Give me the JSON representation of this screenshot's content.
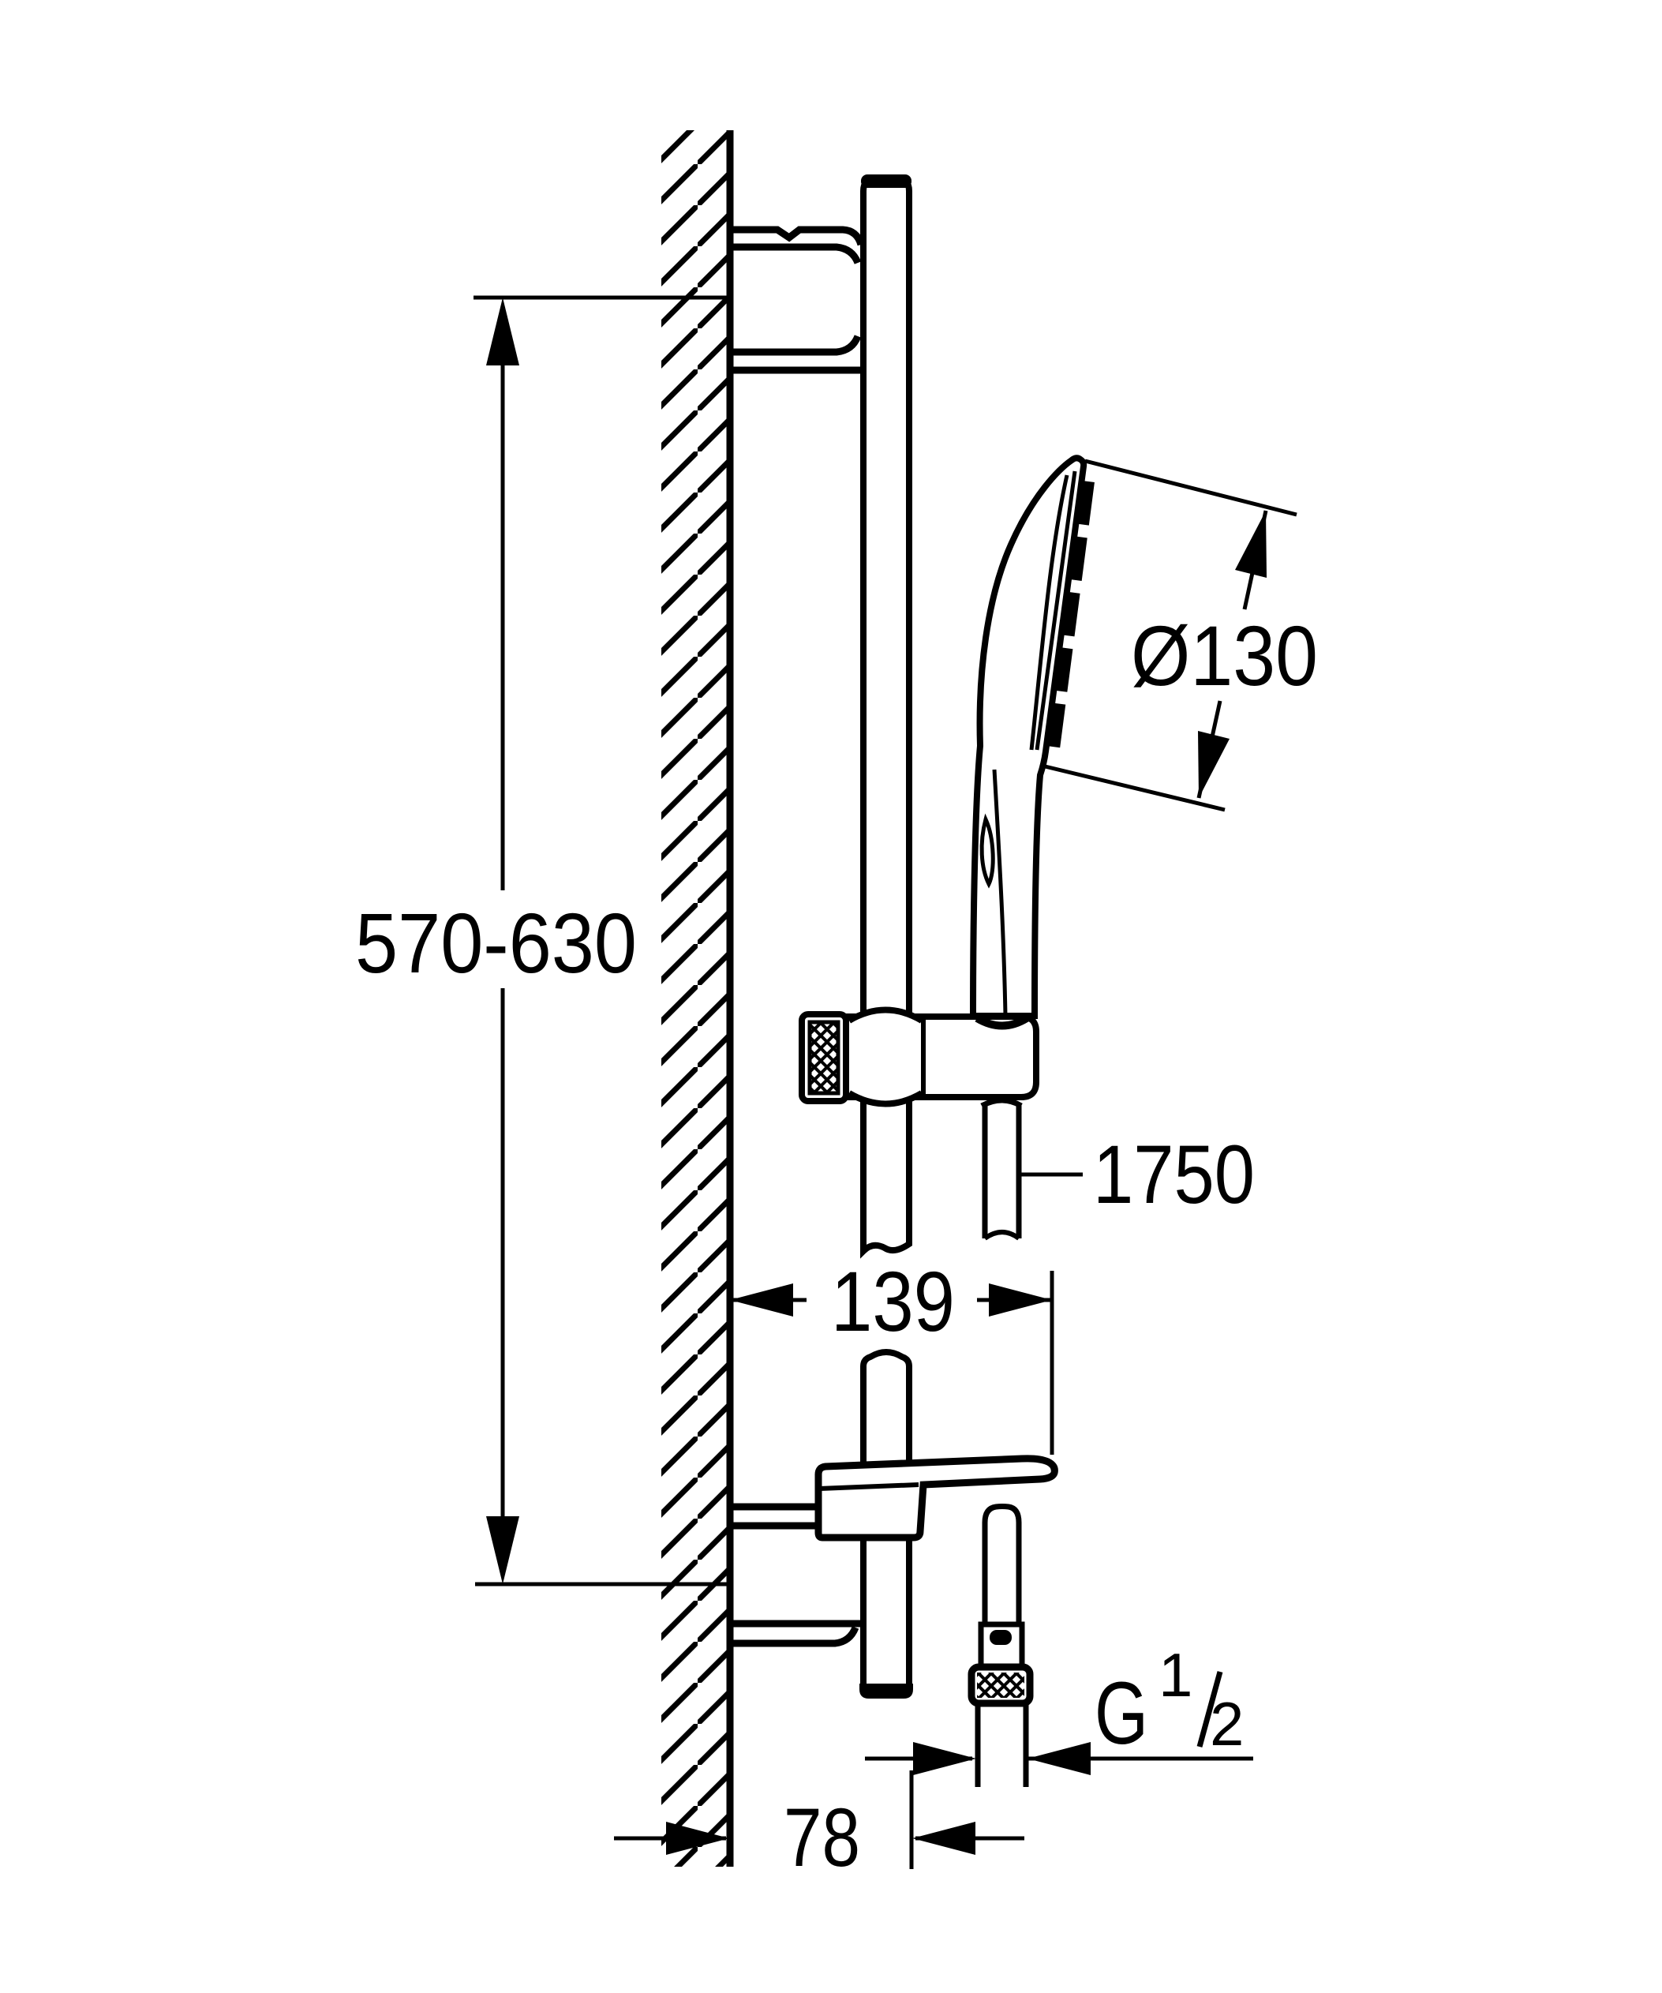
{
  "diagram": {
    "type": "technical-dimension-drawing",
    "subject": "shower-rail-set-side-elevation",
    "background_color": "#ffffff",
    "line_color": "#000000",
    "labels": {
      "rail_mount_distance": "570-630",
      "head_diameter": "Ø130",
      "hose_length": "1750",
      "holder_depth": "139",
      "rail_wall_offset": "78",
      "thread_letter": "G",
      "thread_numerator": "1",
      "thread_denominator": "2"
    }
  }
}
